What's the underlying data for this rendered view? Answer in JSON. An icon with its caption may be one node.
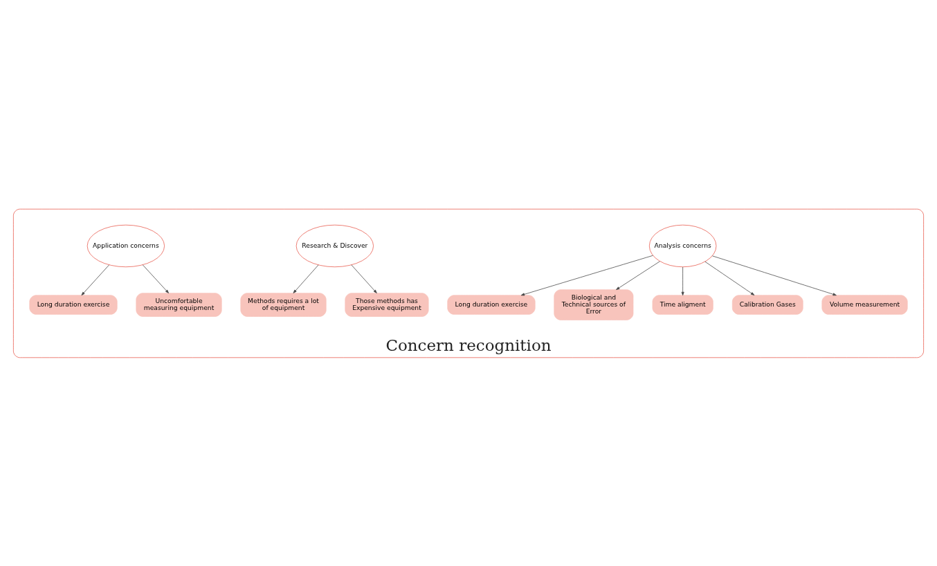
{
  "diagram": {
    "nodes": [
      {
        "text": [
          "Concern recognition"
        ]
      },
      {
        "text": [
          "Analysis concerns"
        ],
        "in": 0
      },
      {
        "text": [
          "Long duration exercise"
        ],
        "in": 0
      },
      {
        "text": [
          "Biological and Technical sources of Error"
        ],
        "in": 0
      },
      {
        "text": [
          "Time aligment"
        ],
        "in": 0
      },
      {
        "text": [
          "Calibration Gases"
        ],
        "in": 0
      },
      {
        "text": [
          "Volume measurement"
        ],
        "in": 0
      },
      {
        "text": [
          "Research & Discover"
        ],
        "in": 0
      },
      {
        "text": [
          "Methods requires a lot of equipment"
        ],
        "in": 0
      },
      {
        "text": [
          "Those methods has Expensive equipment"
        ],
        "in": 0
      },
      {
        "text": [
          "Application concerns"
        ],
        "in": 0
      },
      {
        "text": [
          "Long duration exercise"
        ],
        "in": 0
      },
      {
        "text": [
          "Uncomfortable measuring equipment"
        ],
        "in": 0
      }
    ],
    "edges": [
      {
        "from": 1,
        "to": 2,
        "arrow": "to"
      },
      {
        "from": 1,
        "to": 3,
        "arrow": "to"
      },
      {
        "from": 1,
        "to": 4,
        "arrow": "to"
      },
      {
        "from": 1,
        "to": 5,
        "arrow": "to"
      },
      {
        "from": 1,
        "to": 6,
        "arrow": "to"
      },
      {
        "from": 7,
        "to": 8,
        "arrow": "to"
      },
      {
        "from": 7,
        "to": 9,
        "arrow": "to"
      },
      {
        "from": 10,
        "to": 11,
        "arrow": "to"
      },
      {
        "from": 10,
        "to": 12,
        "arrow": "to"
      }
    ]
  }
}
